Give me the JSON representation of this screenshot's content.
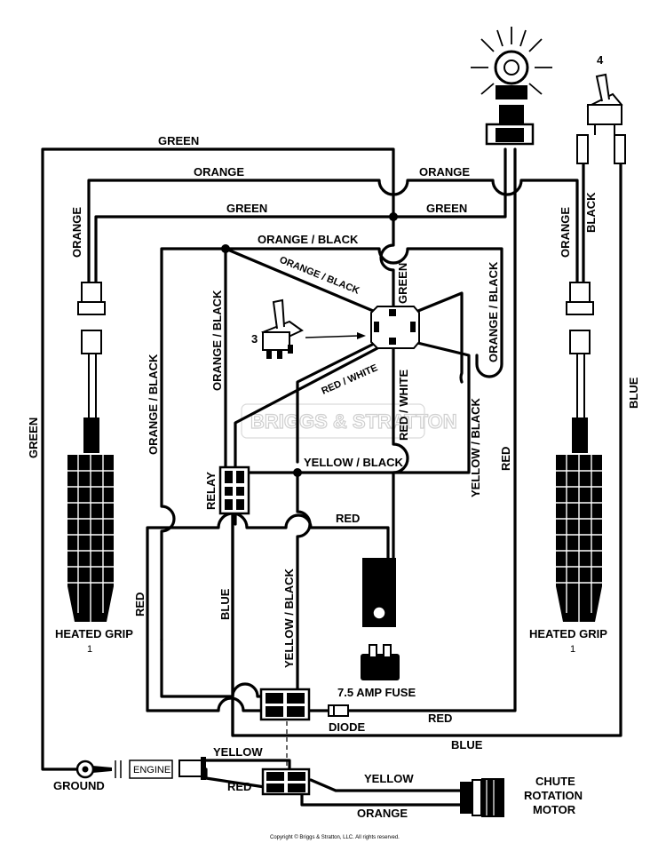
{
  "wire_labels": {
    "green_left_top": "GREEN",
    "orange_top_left": "ORANGE",
    "orange_top_right": "ORANGE",
    "green_mid_left": "GREEN",
    "green_mid_right": "GREEN",
    "orange_left_vertical": "ORANGE",
    "orange_right_vertical": "ORANGE",
    "black_right_vertical": "BLACK",
    "orange_black_top": "ORANGE / BLACK",
    "orange_black_diag": "ORANGE / BLACK",
    "green_switch_vertical": "GREEN",
    "orange_black_right_vertical": "ORANGE / BLACK",
    "orange_black_left_vertical": "ORANGE / BLACK",
    "orange_black_inner_vertical": "ORANGE / BLACK",
    "red_white_diag": "RED / WHITE",
    "red_white_vertical": "RED / WHITE",
    "yellow_black_horizontal": "YELLOW / BLACK",
    "yellow_black_right_vertical": "YELLOW / BLACK",
    "red_right_vertical": "RED",
    "green_far_left": "GREEN",
    "blue_far_right": "BLUE",
    "red_mid": "RED",
    "red_left_vertical": "RED",
    "blue_inner_vertical": "BLUE",
    "yellow_black_bottom_vertical": "YELLOW / BLACK",
    "red_fuse": "RED",
    "blue_bottom": "BLUE",
    "yellow_ground": "YELLOW",
    "red_ground": "RED",
    "yellow_motor": "YELLOW",
    "orange_motor": "ORANGE"
  },
  "components": {
    "heated_grip_left": "HEATED GRIP",
    "heated_grip_left_num": "1",
    "heated_grip_right": "HEATED GRIP",
    "heated_grip_right_num": "1",
    "relay": "RELAY",
    "switch_num": "3",
    "toggle_num": "4",
    "fuse": "7.5 AMP FUSE",
    "diode": "DIODE",
    "ground": "GROUND",
    "engine": "ENGINE",
    "chute_motor_l1": "CHUTE",
    "chute_motor_l2": "ROTATION",
    "chute_motor_l3": "MOTOR"
  },
  "watermark": "BRIGGS & STRATTON",
  "copyright": "Copyright © Briggs & Stratton, LLC. All rights reserved."
}
